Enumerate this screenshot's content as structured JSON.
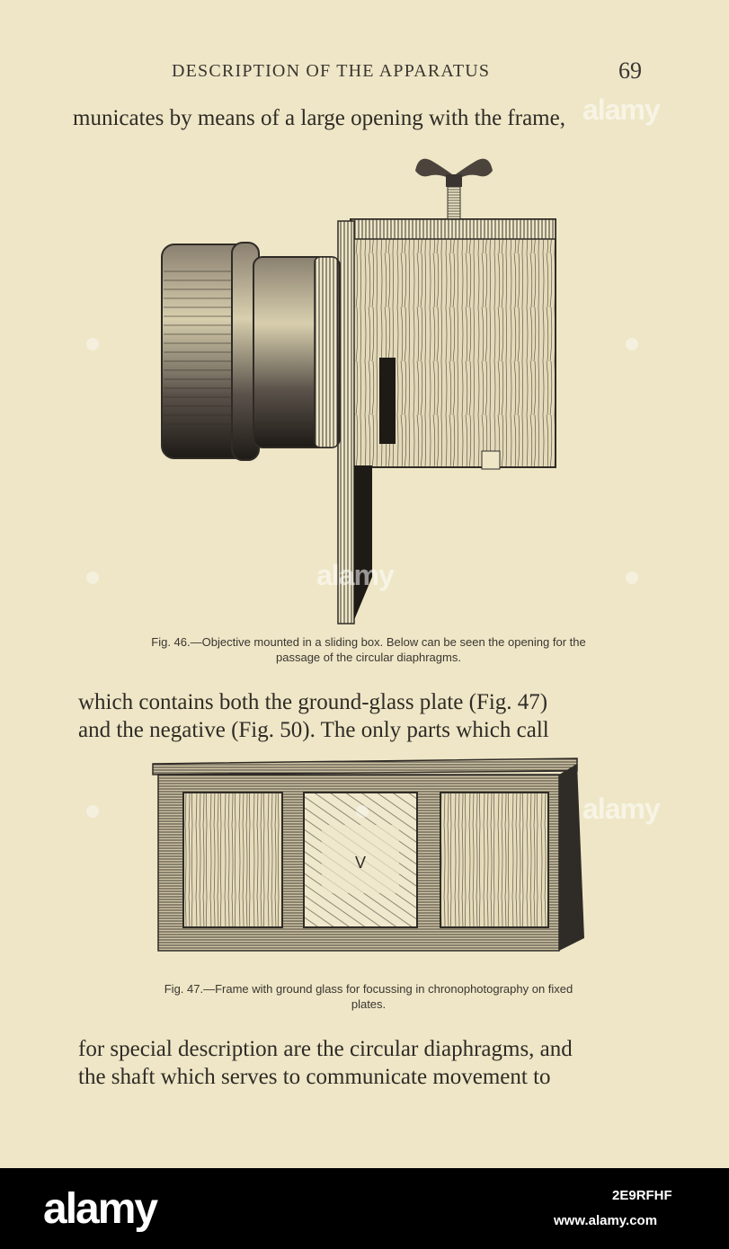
{
  "header": {
    "running_head": "DESCRIPTION OF THE APPARATUS",
    "page_number": "69"
  },
  "paragraphs": {
    "p1": [
      "municates by means of a large opening with the frame,"
    ],
    "p2": [
      "which contains both the ground-glass plate (Fig. 47)",
      "and the negative (Fig. 50). The only parts which call"
    ],
    "p3": [
      "for special description are the circular diaphragms, and",
      "the shaft which serves to communicate movement to"
    ]
  },
  "figures": {
    "fig46": {
      "caption_lines": [
        "Fig. 46.—Objective mounted in a sliding box. Below can be seen the opening for the",
        "passage of the circular diaphragms."
      ]
    },
    "fig47": {
      "caption_lines": [
        "Fig. 47.—Frame with ground glass for focussing in chronophotography on fixed",
        "plates."
      ],
      "pane_label": "V"
    }
  },
  "watermark": {
    "text": "alamy",
    "brand": "alamy",
    "image_id": "2E9RFHF",
    "url": "www.alamy.com"
  },
  "colors": {
    "paper": "#eee6c6",
    "ink": "#2f2b26",
    "footer": "#000000"
  }
}
